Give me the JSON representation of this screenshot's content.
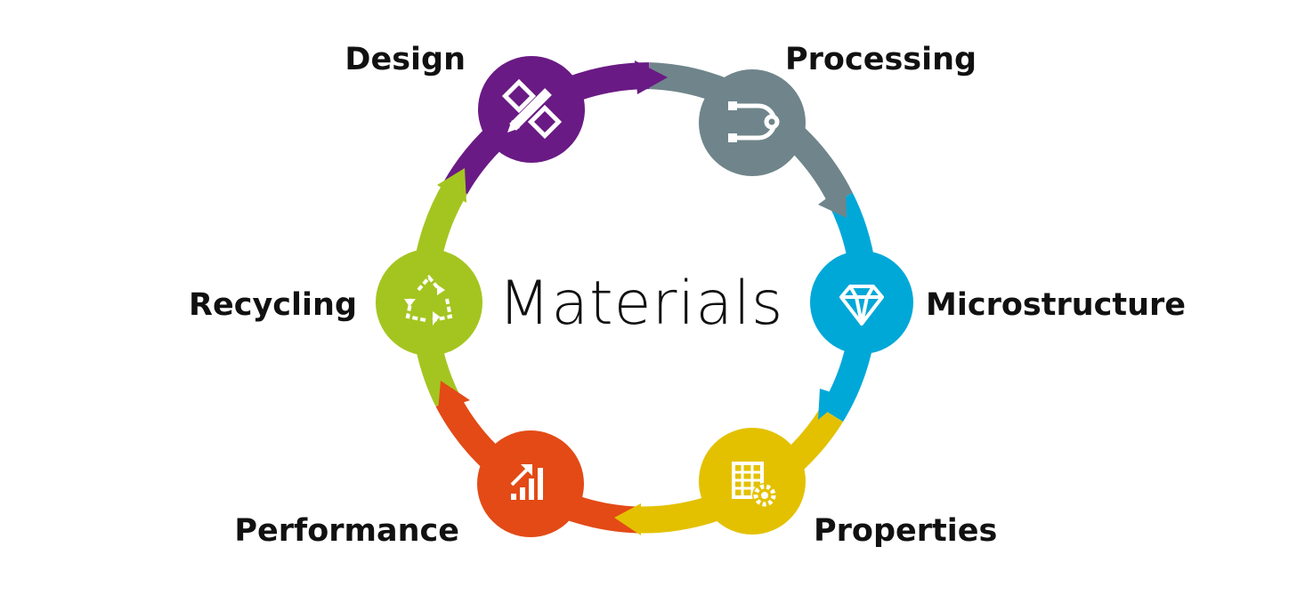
{
  "center": {
    "title": "Materials"
  },
  "colors": {
    "design": "#6a1a84",
    "processing": "#6f858b",
    "microstructure": "#00a8d8",
    "properties": "#e3c100",
    "performance": "#e34a16",
    "recycling": "#a4c520",
    "text": "#111111"
  },
  "stages": {
    "design": {
      "label": "Design",
      "icon": "ruler-pencil-icon"
    },
    "processing": {
      "label": "Processing",
      "icon": "process-flow-icon"
    },
    "microstructure": {
      "label": "Microstructure",
      "icon": "diamond-icon"
    },
    "properties": {
      "label": "Properties",
      "icon": "grid-gear-icon"
    },
    "performance": {
      "label": "Performance",
      "icon": "bar-chart-arrow-icon"
    },
    "recycling": {
      "label": "Recycling",
      "icon": "recycle-icon"
    }
  }
}
